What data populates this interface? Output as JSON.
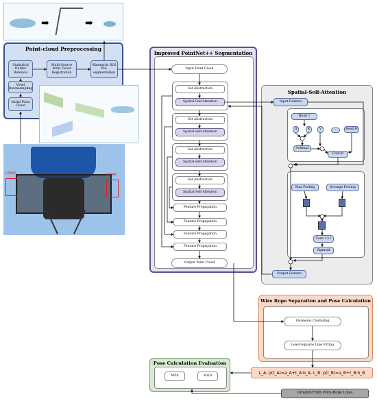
{
  "preprocessing": {
    "title": "Point-cloud Preprocessing",
    "statistical_outlier": "Statistical Outlier Removal",
    "multi_source": "Multi-Source Point Cloud Registration",
    "kinematic_roi": "Kinematic ROI Pre-segmentation",
    "voxel": "Voxel Downsampling",
    "initial": "Initial Point Cloud"
  },
  "photo": {
    "lidar_left": "LiDAR",
    "lidar_right": "LiDAR"
  },
  "model": {
    "title": "Improved PointNet++ Segmentation Model",
    "input": "Input Point Cloud",
    "set_abstraction": "Set Abstraction",
    "spatial_self_attention": "Spatial-Self-Attention",
    "feature_propagation": "Feature Propagation",
    "output": "Output Point Cloud"
  },
  "ssa": {
    "title": "Spatial-Self-Attention",
    "input_feature": "Input Feature",
    "head1": "Head 1",
    "q": "Q",
    "k": "K",
    "v": "V",
    "headh": "Head H",
    "ellipsis": "...",
    "softmax": "Softmax",
    "concat": "Concat",
    "max_pooling": "Max Pooling",
    "avg_pooling": "Average Pooling",
    "conv": "Conv 1×1",
    "sigmoid": "Sigmoid",
    "output_feature": "Output Feature"
  },
  "wire": {
    "title": "Wire Rope Separation and Pose Calculation",
    "kmeans": "t-k-means Clustering",
    "lsq": "Least-Squares Line Fitting"
  },
  "eval": {
    "title": "Pose Calculation Evaluation",
    "mpe": "MPE",
    "mod": "MOD"
  },
  "formula": "L_A: p(t_A)=a_A+t_A·b_A, L_B: p(t_B)=a_B+t_B·b_B",
  "ground_truth": "Ground-Truth Wire-Rope Lines",
  "colors": {
    "pre_bg": "#d3dff2",
    "model_bg": "#e6e0f2",
    "ssa_bg": "#ececec",
    "wire_bg": "#fbd9c6",
    "eval_bg": "#d8ead3",
    "formula_bg": "#fbd9c6",
    "sky": "#9ec3ea"
  }
}
